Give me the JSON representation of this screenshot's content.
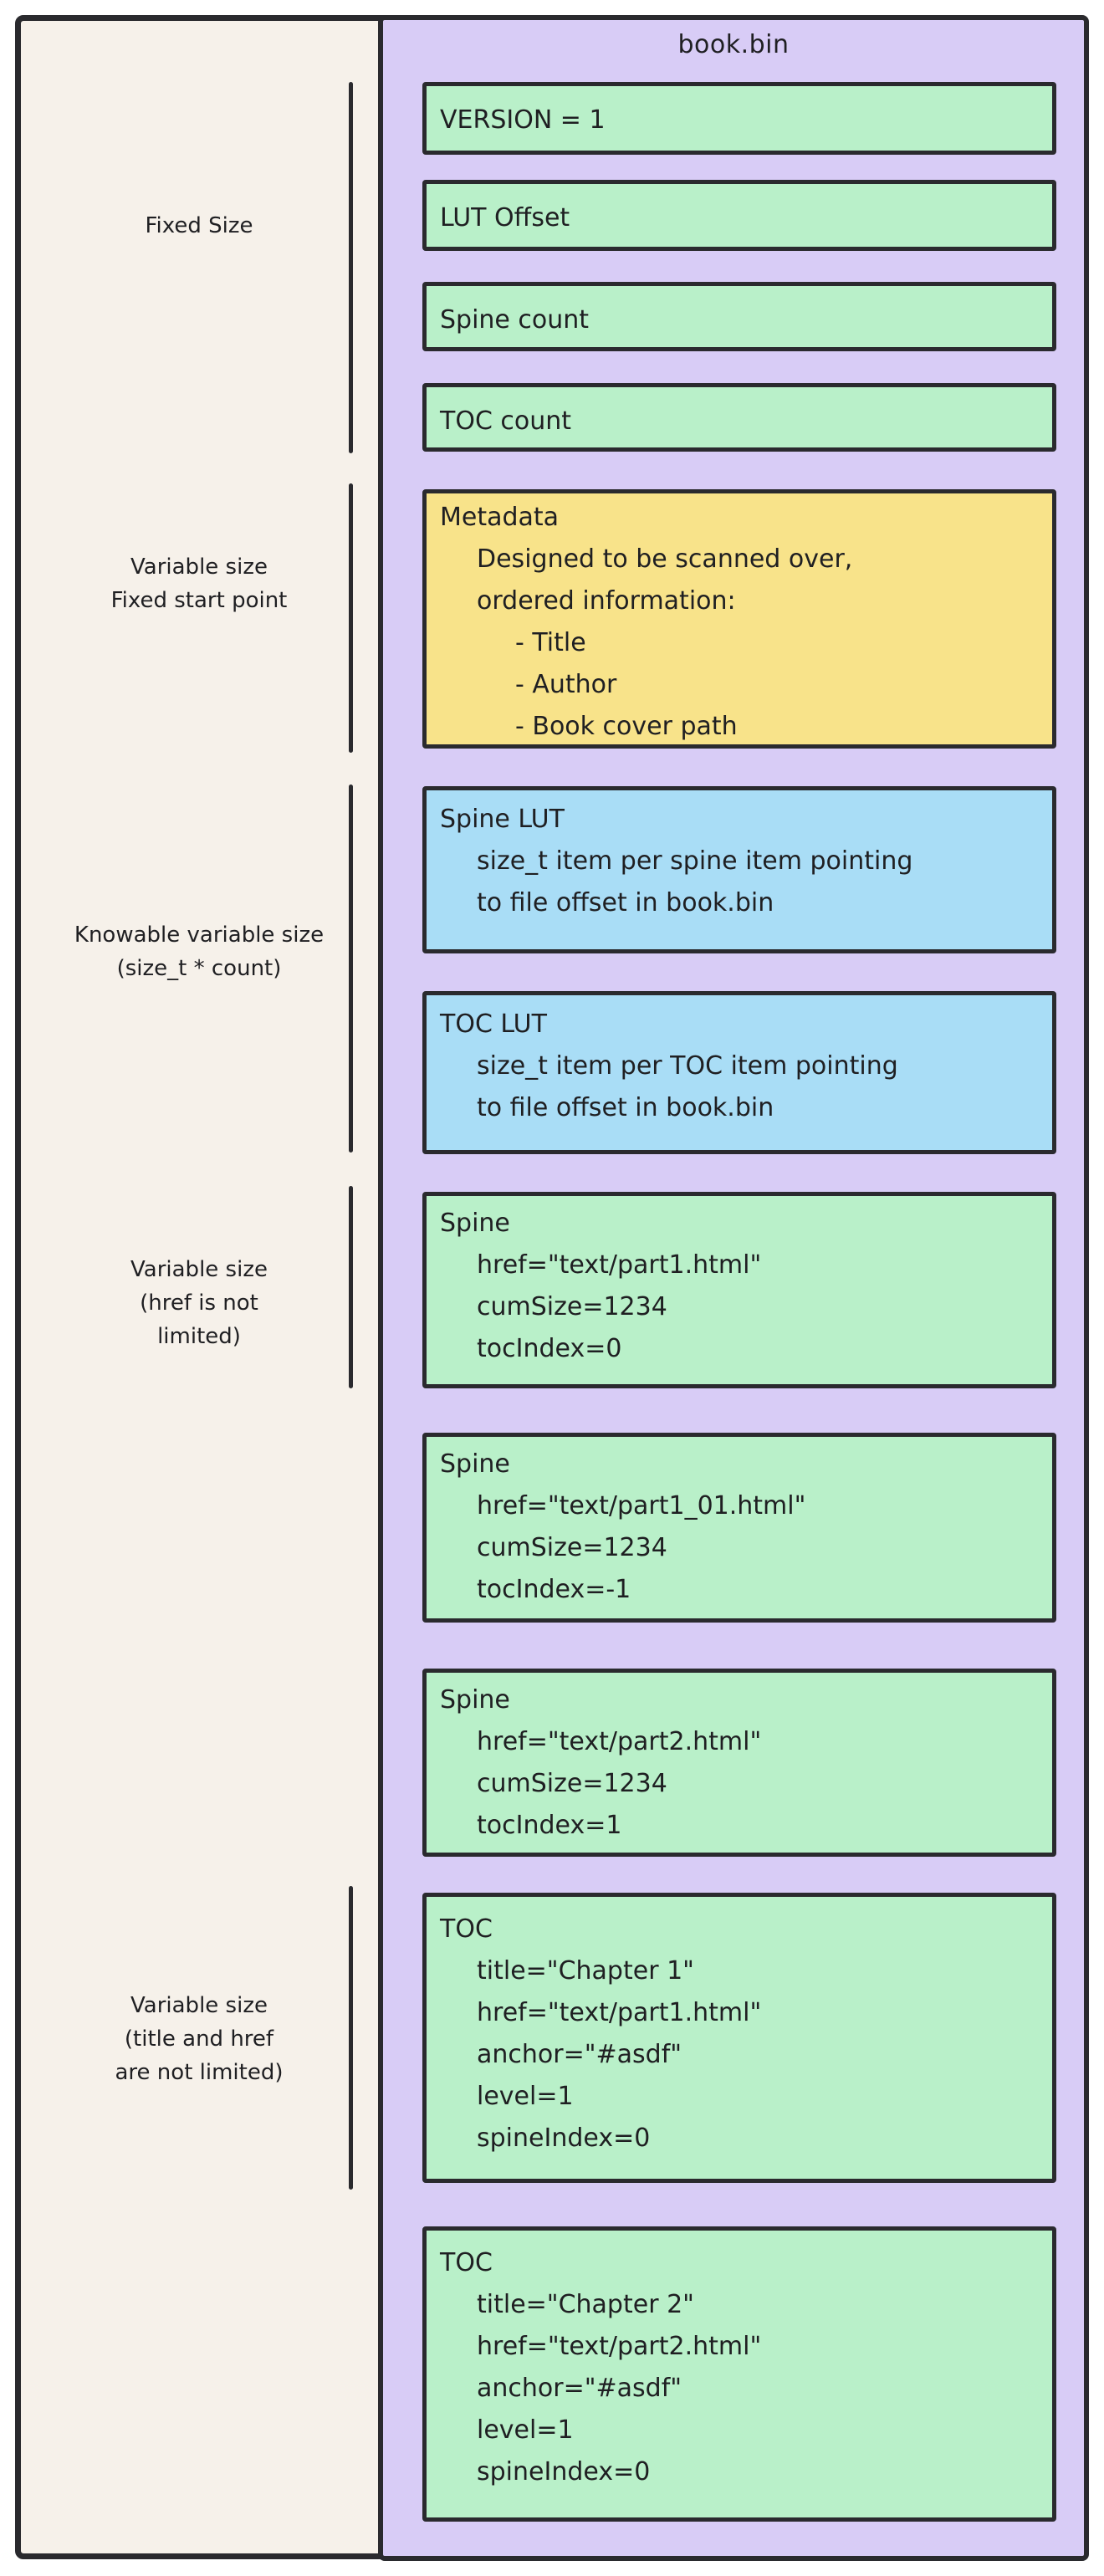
{
  "colors": {
    "canvas": "#ffffff",
    "panel-cream": "#f6f1ea",
    "panel-purple": "#d8ccf6",
    "box-green": "#b9f0c9",
    "box-blue": "#a9ddf6",
    "box-yellow": "#f8e38a",
    "stroke": "#2a2a2e",
    "text": "#1f1f22"
  },
  "file": {
    "title": "book.bin"
  },
  "side_labels": [
    {
      "lines": [
        "Fixed Size"
      ]
    },
    {
      "lines": [
        "Variable size",
        "Fixed start point"
      ]
    },
    {
      "lines": [
        "Knowable variable size",
        "(size_t * count)"
      ]
    },
    {
      "lines": [
        "Variable size",
        "(href is not",
        "limited)"
      ]
    },
    {
      "lines": [
        "Variable size",
        "(title and href",
        "are not limited)"
      ]
    }
  ],
  "boxes": {
    "version": {
      "lines": [
        "VERSION = 1"
      ]
    },
    "lut_offset": {
      "lines": [
        "LUT Offset"
      ]
    },
    "spine_count": {
      "lines": [
        "Spine count"
      ]
    },
    "toc_count": {
      "lines": [
        "TOC count"
      ]
    },
    "metadata": {
      "lines": [
        "Metadata",
        "Designed to be scanned over,",
        "ordered information:",
        "- Title",
        "- Author",
        "- Book cover path"
      ]
    },
    "spine_lut": {
      "lines": [
        "Spine LUT",
        "size_t item per spine item pointing",
        "to file offset in book.bin"
      ]
    },
    "toc_lut": {
      "lines": [
        "TOC LUT",
        "size_t item per TOC item pointing",
        "to file offset in book.bin"
      ]
    },
    "spine_1": {
      "lines": [
        "Spine",
        "href=\"text/part1.html\"",
        "cumSize=1234",
        "tocIndex=0"
      ]
    },
    "spine_2": {
      "lines": [
        "Spine",
        "href=\"text/part1_01.html\"",
        "cumSize=1234",
        "tocIndex=-1"
      ]
    },
    "spine_3": {
      "lines": [
        "Spine",
        "href=\"text/part2.html\"",
        "cumSize=1234",
        "tocIndex=1"
      ]
    },
    "toc_1": {
      "lines": [
        "TOC",
        "title=\"Chapter 1\"",
        "href=\"text/part1.html\"",
        "anchor=\"#asdf\"",
        "level=1",
        "spineIndex=0"
      ]
    },
    "toc_2": {
      "lines": [
        "TOC",
        "title=\"Chapter 2\"",
        "href=\"text/part2.html\"",
        "anchor=\"#asdf\"",
        "level=1",
        "spineIndex=0"
      ]
    }
  }
}
